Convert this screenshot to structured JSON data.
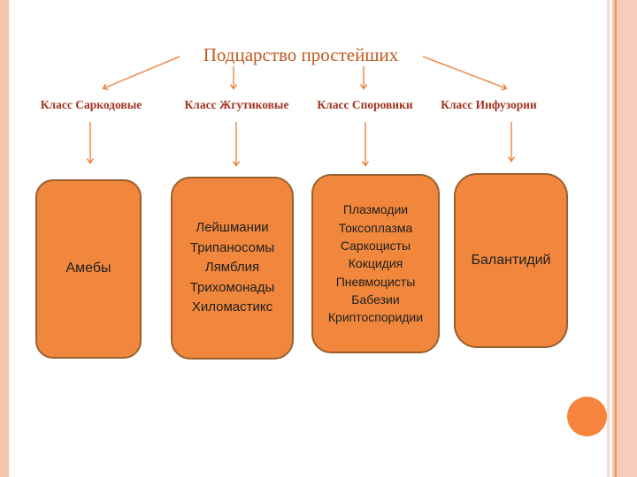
{
  "title": "Подцарство простейших",
  "classes": [
    {
      "label": "Класс Саркодовые",
      "items": [
        "Амебы"
      ]
    },
    {
      "label": "Класс Жгутиковые",
      "items": [
        "Лейшмании",
        "Трипаносомы",
        "Лямблия",
        "Трихомонады",
        "Хиломастикс"
      ]
    },
    {
      "label": "Класс Споровики",
      "items": [
        "Плазмодии",
        "Токсоплазма",
        "Саркоцисты",
        "Кокцидия",
        "Пневмоцисты",
        "Бабезии",
        "Криптоспоридии"
      ]
    },
    {
      "label": "Класс Инфузории",
      "items": [
        "Балантидий"
      ]
    }
  ],
  "colors": {
    "title_text": "#C2591E",
    "class_label_text": "#A33422",
    "arrow": "#EC7C30",
    "box_fill": "#F0873C",
    "box_border": "#99602F",
    "box_text": "#1F1F1F",
    "accent_circle": "#F6843D",
    "border_stripe": "#F5C5AB",
    "background": "#FFFFFF"
  }
}
